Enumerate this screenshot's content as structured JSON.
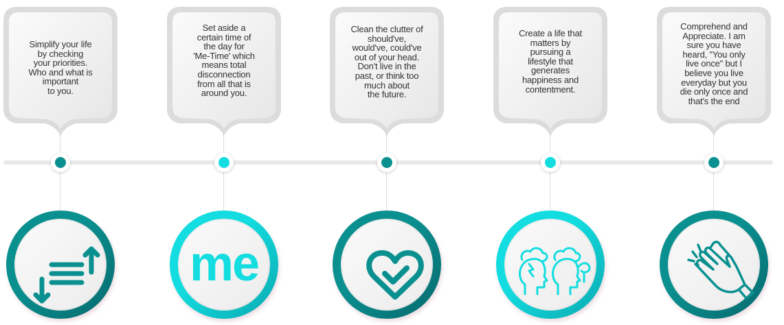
{
  "colors": {
    "dark": "#0b9090",
    "dark_end": "#066a6e",
    "light": "#13dde0",
    "light_end": "#0aa9b0"
  },
  "steps": [
    {
      "text": "Simplify your life\nby checking\nyour priorities.\nWho and what is\nimportant\nto you.",
      "icon": "sort-arrows-icon",
      "tone": "dark",
      "text_top": 50
    },
    {
      "text": "Set aside a\ncertain time of\nthe day for\n'Me-Time' which\nmeans total\ndisconnection\nfrom all that is\naround you.",
      "icon": "me-icon",
      "tone": "light",
      "text_top": 26,
      "icon_label": "me"
    },
    {
      "text": "Clean the clutter of\nshould've,\nwould've, could've\nout of your head.\nDon't live in the\npast, or think too\nmuch about\nthe future.",
      "icon": "heart-check-icon",
      "tone": "dark",
      "text_top": 28
    },
    {
      "text": "Create a life that\nmatters by\npursuing a\nlifestyle that\ngenerates\nhappiness and\ncontentment.",
      "icon": "two-heads-icon",
      "tone": "light",
      "text_top": 34
    },
    {
      "text": "Comprehend and\nAppreciate. I am\nsure you have\nheard, \"You only\nlive once\" but I\nbelieve you live\neveryday but you\ndie only once and\nthat's the end",
      "icon": "clapping-hands-icon",
      "tone": "dark",
      "text_top": 24
    }
  ]
}
